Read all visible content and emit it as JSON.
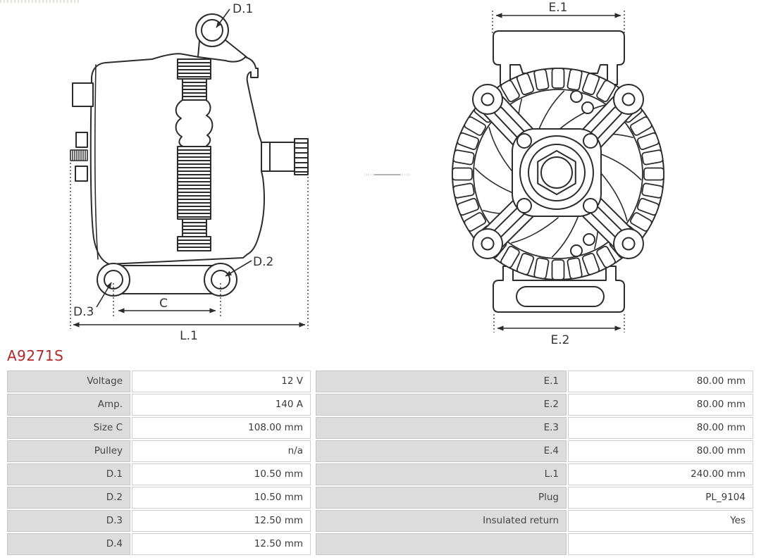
{
  "part_number": "A9271S",
  "accent_color": "#b2262b",
  "drawing": {
    "left_view": {
      "labels": {
        "d1": "D.1",
        "d2": "D.2",
        "d3": "D.3",
        "c": "C",
        "l1": "L.1"
      }
    },
    "right_view": {
      "labels": {
        "e1": "E.1",
        "e2": "E.2"
      }
    }
  },
  "spec_table": {
    "rows": [
      {
        "l_label": "Voltage",
        "l_value": "12 V",
        "r_label": "E.1",
        "r_value": "80.00 mm"
      },
      {
        "l_label": "Amp.",
        "l_value": "140 A",
        "r_label": "E.2",
        "r_value": "80.00 mm"
      },
      {
        "l_label": "Size C",
        "l_value": "108.00 mm",
        "r_label": "E.3",
        "r_value": "80.00 mm"
      },
      {
        "l_label": "Pulley",
        "l_value": "n/a",
        "r_label": "E.4",
        "r_value": "80.00 mm"
      },
      {
        "l_label": "D.1",
        "l_value": "10.50 mm",
        "r_label": "L.1",
        "r_value": "240.00 mm"
      },
      {
        "l_label": "D.2",
        "l_value": "10.50 mm",
        "r_label": "Plug",
        "r_value": "PL_9104"
      },
      {
        "l_label": "D.3",
        "l_value": "12.50 mm",
        "r_label": "Insulated return",
        "r_value": "Yes"
      },
      {
        "l_label": "D.4",
        "l_value": "12.50 mm",
        "r_label": "",
        "r_value": ""
      }
    ]
  }
}
